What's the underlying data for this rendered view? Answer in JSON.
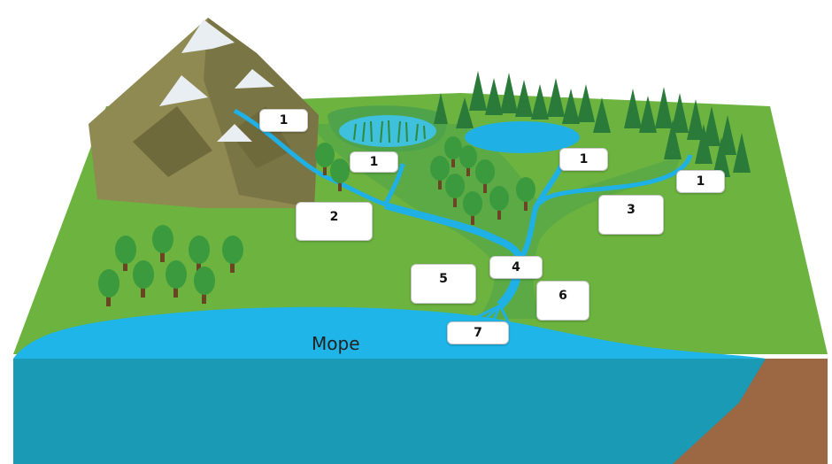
{
  "sea_label": "Море",
  "labels": {
    "mountain_source": "1",
    "lake_source": "1",
    "forest_source": "1",
    "right_source": "1",
    "left_tributary": "2",
    "right_tributary": "3",
    "main_river": "4",
    "left_bank": "5",
    "right_bank": "6",
    "delta": "7"
  },
  "colors": {
    "sky": "#ffffff",
    "land_top": "#6cb33f",
    "land_side": "#8fc36a",
    "river": "#1fb1e6",
    "sea": "#1fb5e8",
    "sea_side": "#1a9ab5",
    "soil": "#8a5a3a",
    "mountain": "#8f8a52",
    "snow": "#e8eef2"
  }
}
